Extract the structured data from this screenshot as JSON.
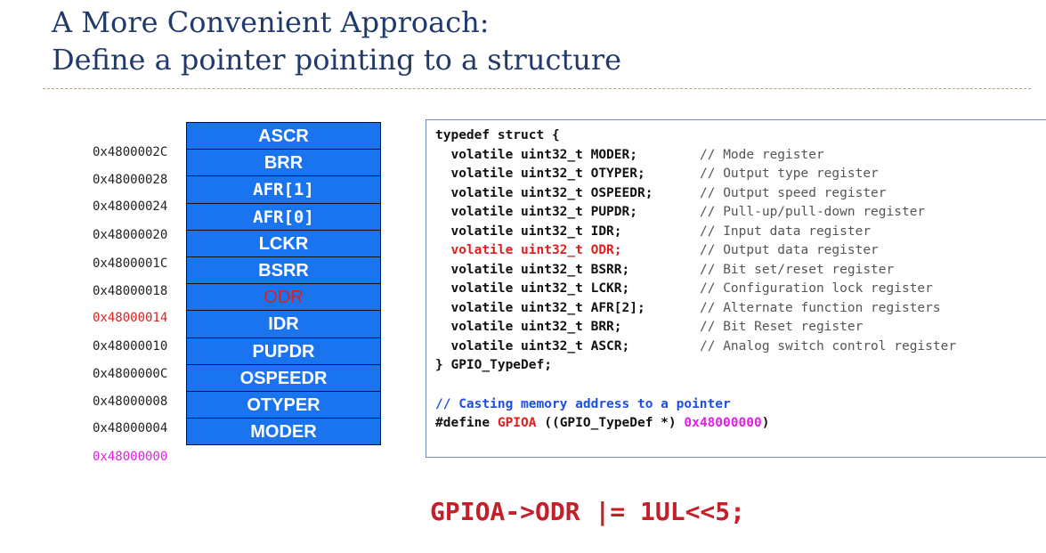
{
  "title": {
    "line1": "A More Convenient Approach:",
    "line2": "Define a pointer pointing to a structure"
  },
  "registers": [
    {
      "name": "ASCR",
      "address": "0x4800002C"
    },
    {
      "name": "BRR",
      "address": "0x48000028"
    },
    {
      "name": "AFR[1]",
      "address": "0x48000024"
    },
    {
      "name": "AFR[0]",
      "address": "0x48000020"
    },
    {
      "name": "LCKR",
      "address": "0x4800001C"
    },
    {
      "name": "BSRR",
      "address": "0x48000018"
    },
    {
      "name": "ODR",
      "address": "0x48000014"
    },
    {
      "name": "IDR",
      "address": "0x48000010"
    },
    {
      "name": "PUPDR",
      "address": "0x4800000C"
    },
    {
      "name": "OSPEEDR",
      "address": "0x48000008"
    },
    {
      "name": "OTYPER",
      "address": "0x48000004"
    },
    {
      "name": "MODER",
      "address": "0x48000000"
    }
  ],
  "code": {
    "open": "typedef struct {",
    "fields": [
      {
        "decl": "  volatile uint32_t MODER;",
        "comment": "// Mode register"
      },
      {
        "decl": "  volatile uint32_t OTYPER;",
        "comment": "// Output type register"
      },
      {
        "decl": "  volatile uint32_t OSPEEDR;",
        "comment": "// Output speed register"
      },
      {
        "decl": "  volatile uint32_t PUPDR;",
        "comment": "// Pull-up/pull-down register"
      },
      {
        "decl": "  volatile uint32_t IDR;",
        "comment": "// Input data register"
      },
      {
        "decl": "  volatile uint32_t ODR;",
        "comment": "// Output data register"
      },
      {
        "decl": "  volatile uint32_t BSRR;",
        "comment": "// Bit set/reset register"
      },
      {
        "decl": "  volatile uint32_t LCKR;",
        "comment": "// Configuration lock register"
      },
      {
        "decl": "  volatile uint32_t AFR[2];",
        "comment": "// Alternate function registers"
      },
      {
        "decl": "  volatile uint32_t BRR;",
        "comment": "// Bit Reset register"
      },
      {
        "decl": "  volatile uint32_t ASCR;",
        "comment": "// Analog switch control register"
      }
    ],
    "close": "} GPIO_TypeDef;",
    "cast_comment": "// Casting memory address to a pointer",
    "define_prefix": "#define ",
    "define_name": "GPIOA",
    "define_mid": " ((GPIO_TypeDef *) ",
    "define_addr": "0x48000000",
    "define_end": ")"
  },
  "statement": "GPIOA->ODR |= 1UL<<5;",
  "colors": {
    "register_fill": "#1b74ef",
    "highlight": "#e01e1e",
    "base_address": "#e020e0",
    "comment_blue": "#1d4fe0",
    "title": "#1f3a6b"
  }
}
